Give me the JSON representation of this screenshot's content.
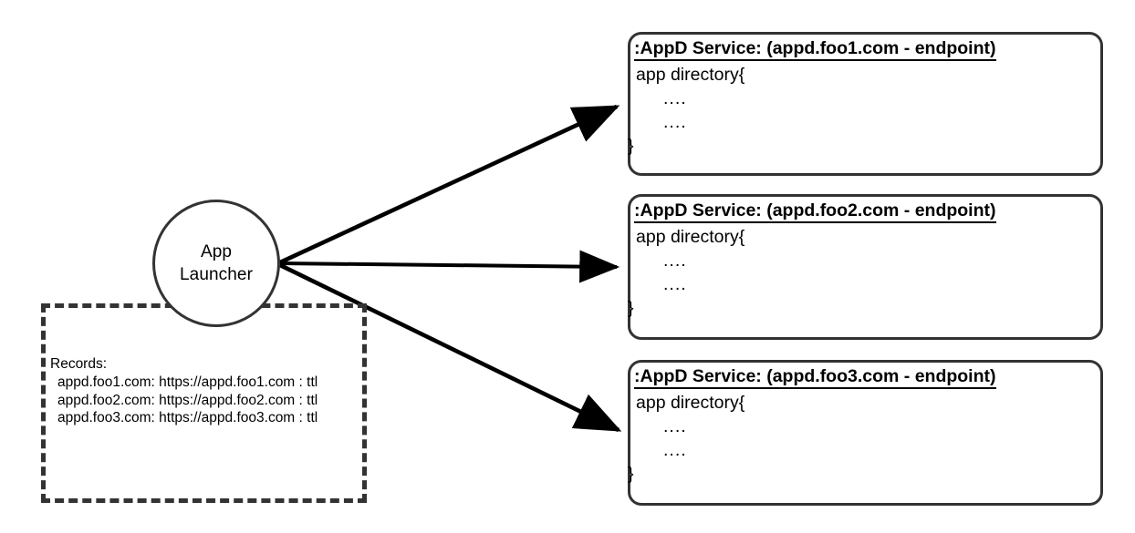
{
  "diagram": {
    "type": "architecture-flow",
    "launcher": {
      "label_line1": "App",
      "label_line2": "Launcher",
      "shape": "circle"
    },
    "records_panel": {
      "title": "Records:",
      "lines": [
        "appd.foo1.com: https://appd.foo1.com : ttl",
        "appd.foo2.com: https://appd.foo2.com : ttl",
        "appd.foo3.com: https://appd.foo3.com : ttl"
      ],
      "border_style": "dashed",
      "border_color": "#333333"
    },
    "services": [
      {
        "title": ":AppD Service: (appd.foo1.com - endpoint)",
        "body_open": "app directory{",
        "body_dots": [
          "....",
          "...."
        ],
        "body_close": "}"
      },
      {
        "title": ":AppD Service: (appd.foo2.com - endpoint)",
        "body_open": "app directory{",
        "body_dots": [
          "....",
          "...."
        ],
        "body_close": "}"
      },
      {
        "title": ":AppD Service: (appd.foo3.com - endpoint)",
        "body_open": "app directory{",
        "body_dots": [
          "....",
          "...."
        ],
        "body_close": "}"
      }
    ],
    "edges": [
      {
        "from": "App Launcher",
        "to": ":AppD Service: (appd.foo1.com - endpoint)",
        "style": "solid-arrow"
      },
      {
        "from": "App Launcher",
        "to": ":AppD Service: (appd.foo2.com - endpoint)",
        "style": "solid-arrow"
      },
      {
        "from": "App Launcher",
        "to": ":AppD Service: (appd.foo3.com - endpoint)",
        "style": "solid-arrow"
      }
    ],
    "colors": {
      "stroke": "#333333",
      "arrow": "#000000",
      "background": "#ffffff"
    }
  }
}
